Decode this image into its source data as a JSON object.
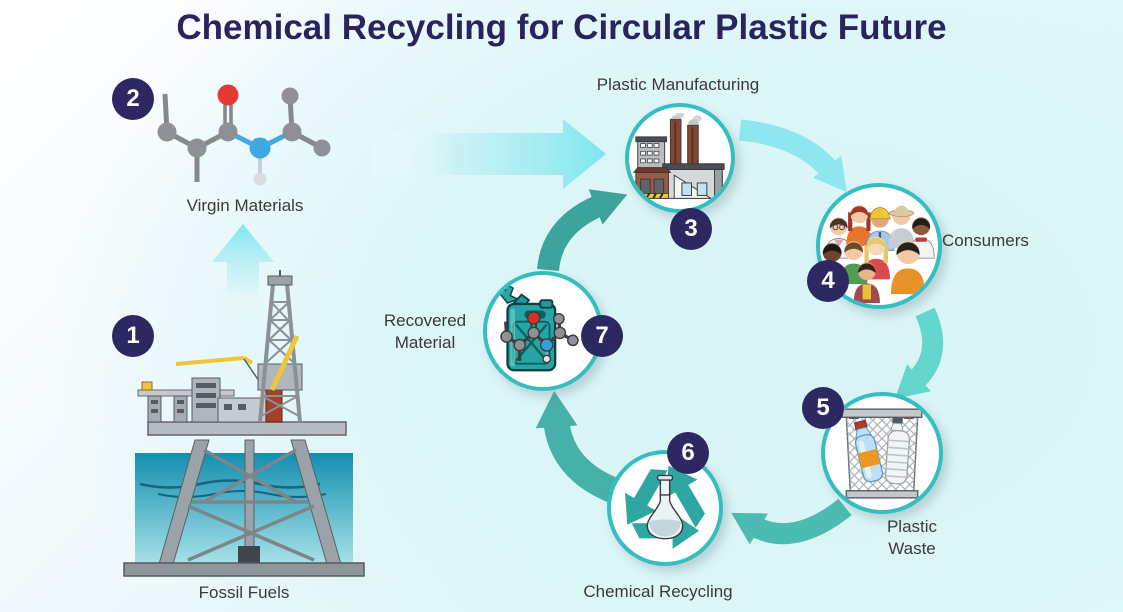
{
  "title": "Chemical Recycling for Circular Plastic Future",
  "steps": [
    {
      "number": "1",
      "label": "Fossil Fuels",
      "icon": "oil-rig-icon"
    },
    {
      "number": "2",
      "label": "Virgin Materials",
      "icon": "molecule-icon"
    },
    {
      "number": "3",
      "label": "Plastic Manufacturing",
      "icon": "factory-icon"
    },
    {
      "number": "4",
      "label": "Consumers",
      "icon": "crowd-icon"
    },
    {
      "number": "5",
      "label": "Plastic Waste",
      "icon": "waste-bin-icon"
    },
    {
      "number": "6",
      "label": "Chemical Recycling",
      "icon": "recycle-flask-icon"
    },
    {
      "number": "7",
      "label": "Recovered Material",
      "icon": "jerrycan-molecule-icon"
    }
  ],
  "colors": {
    "title_text": "#29245E",
    "step_badge": "#2B2862",
    "node_ring": "#35BEC0",
    "label_text": "#3A3A3A",
    "arrow_cyan_light": "#8EE6EE",
    "arrow_cyan_medium": "#63D6CE",
    "arrow_teal": "#4CBBB2",
    "arrow_teal_dark": "#46B1A8",
    "arrow_teal_darkest": "#3CA49B",
    "sea_top": "#138FB0",
    "sea_bottom": "#A8E2E8"
  }
}
